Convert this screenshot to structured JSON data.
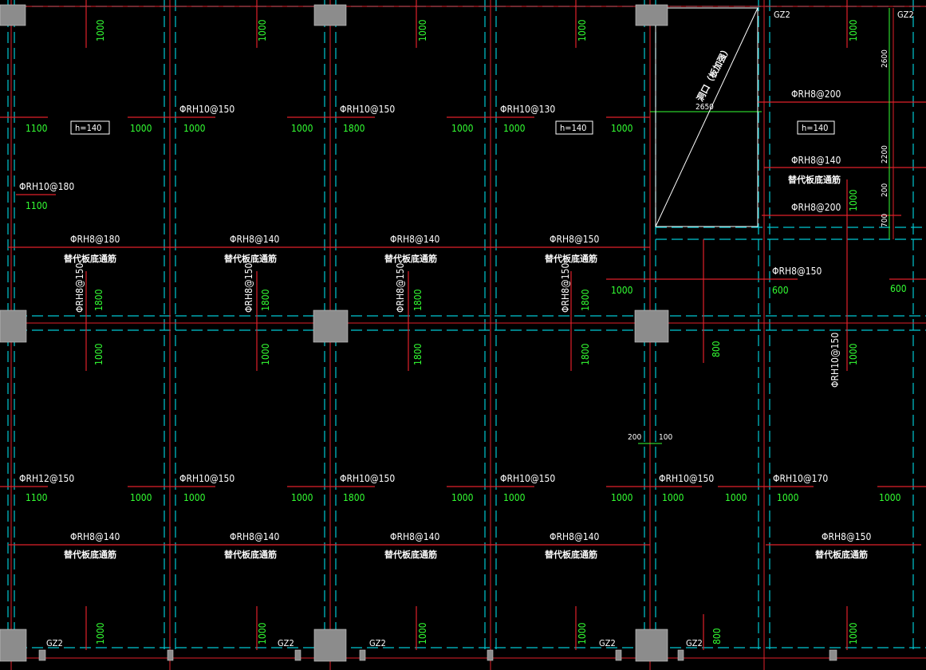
{
  "colors": {
    "background": "#000000",
    "gridline": "#00c8d2",
    "rebar": "#e0202a",
    "column": "#8c8c8c",
    "length_text": "#33ff33",
    "text": "#ffffff"
  },
  "thickness_tags": [
    "h=140",
    "h=140",
    "h=140"
  ],
  "top_bars": [
    "ΦRH10@150",
    "ΦRH10@150",
    "ΦRH10@130",
    "ΦRH10@180",
    "ΦRH12@150",
    "ΦRH10@150",
    "ΦRH10@150",
    "ΦRH10@150",
    "ΦRH10@150",
    "ΦRH10@170",
    "ΦRH8@200",
    "ΦRH8@140",
    "ΦRH8@200",
    "ΦRH8@150"
  ],
  "bottom_bars": [
    "ΦRH8@180",
    "ΦRH8@140",
    "ΦRH8@140",
    "ΦRH8@150",
    "ΦRH8@140",
    "ΦRH8@140",
    "ΦRH8@140",
    "ΦRH8@140",
    "ΦRH8@150"
  ],
  "vertical_bars": [
    "ΦRH8@150",
    "ΦRH8@150",
    "ΦRH8@150",
    "ΦRH8@150",
    "ΦRH10@150"
  ],
  "substitute_note": "替代板底通筋",
  "opening_note": "洞口（板加强）",
  "column_tag": "GZ2",
  "dims": {
    "d2650": "2650",
    "d2600": "2600",
    "d2200": "2200",
    "d200": "200",
    "d700": "700",
    "d100": "100"
  },
  "lengths": {
    "l1000": "1000",
    "l1100": "1100",
    "l1800": "1800",
    "l800": "800",
    "l600": "600"
  }
}
